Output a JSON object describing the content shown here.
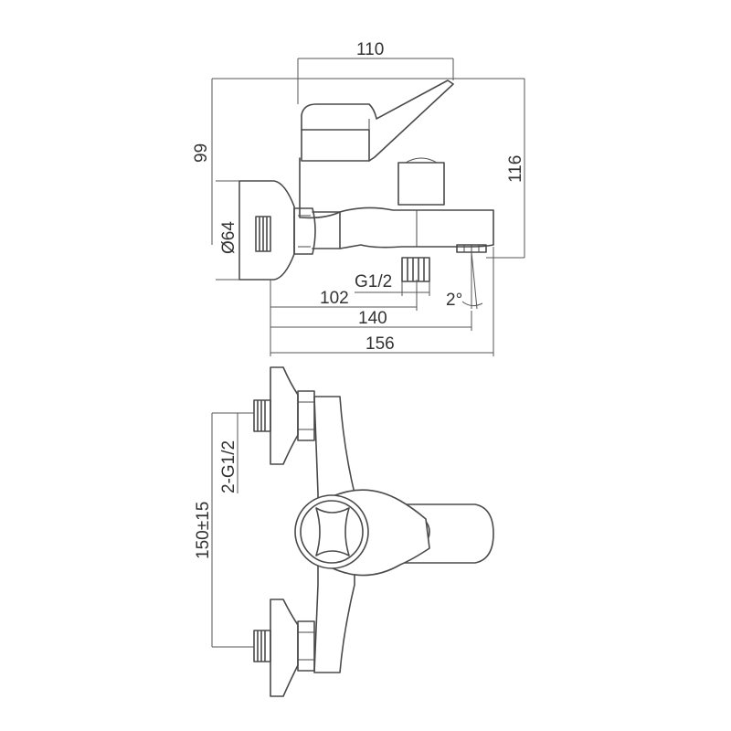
{
  "dimensions": {
    "d110": "110",
    "d99": "99",
    "d116": "116",
    "d64": "Ø64",
    "g12": "G1/2",
    "d102": "102",
    "angle": "2°",
    "d140": "140",
    "d156": "156",
    "g12x2": "2-G1/2",
    "d150": "150±15"
  },
  "colors": {
    "line": "#4a4a4a",
    "text": "#333333",
    "background": "#ffffff"
  }
}
